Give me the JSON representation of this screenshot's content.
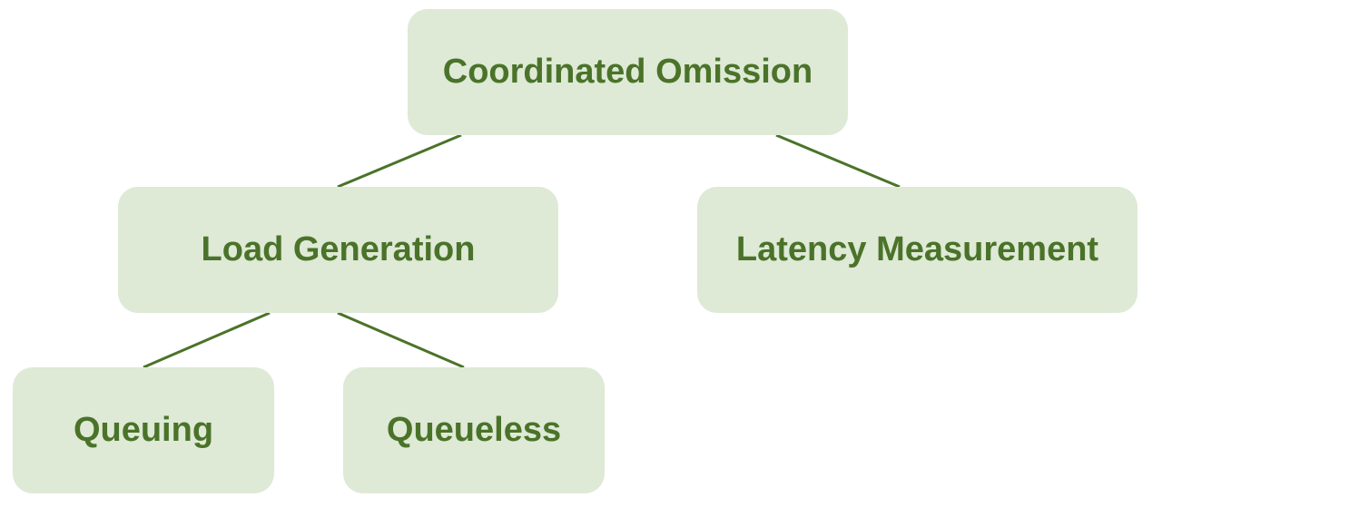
{
  "diagram": {
    "type": "tree",
    "colors": {
      "node_fill": "#dee9d6",
      "node_text": "#4a7329",
      "edge": "#4a7329"
    },
    "nodes": {
      "root": {
        "label": "Coordinated Omission"
      },
      "load_generation": {
        "label": "Load Generation"
      },
      "latency_measurement": {
        "label": "Latency Measurement"
      },
      "queuing": {
        "label": "Queuing"
      },
      "queueless": {
        "label": "Queueless"
      }
    },
    "edges": [
      {
        "from": "root",
        "to": "load_generation"
      },
      {
        "from": "root",
        "to": "latency_measurement"
      },
      {
        "from": "load_generation",
        "to": "queuing"
      },
      {
        "from": "load_generation",
        "to": "queueless"
      }
    ]
  }
}
